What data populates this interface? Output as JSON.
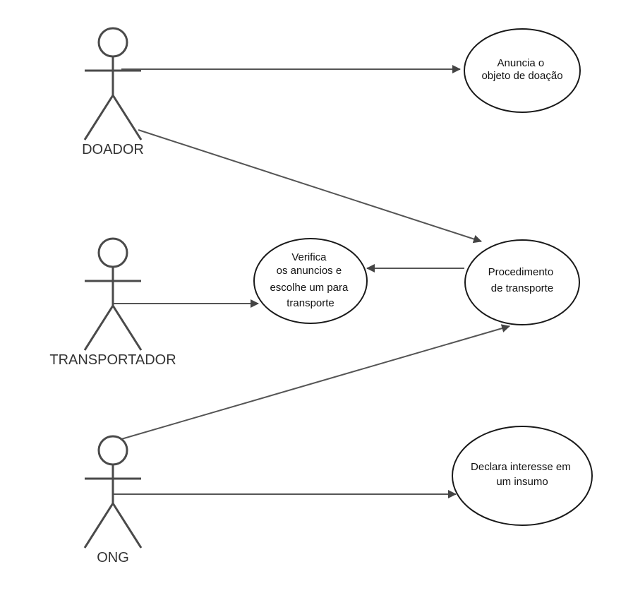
{
  "diagram": {
    "actors": {
      "doador": {
        "label": "DOADOR"
      },
      "transportador": {
        "label": "TRANSPORTADOR"
      },
      "ong": {
        "label": "ONG"
      }
    },
    "use_cases": {
      "anuncia": {
        "lines": [
          "Anuncia o",
          "objeto de doação"
        ]
      },
      "verifica": {
        "lines": [
          "Verifica",
          "os anuncios e",
          "escolhe um para",
          "transporte"
        ]
      },
      "procedimento": {
        "lines": [
          "Procedimento",
          "de transporte"
        ]
      },
      "declara": {
        "lines": [
          "Declara interesse em",
          "um insumo"
        ]
      }
    },
    "colors": {
      "actor_stroke": "#4a4a4a",
      "usecase_stroke": "#1a1a1a",
      "connector": "#555555",
      "background": "#ffffff"
    }
  }
}
